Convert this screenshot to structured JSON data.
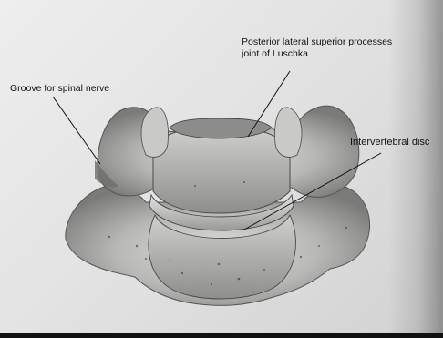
{
  "labels": {
    "groove": "Groove for spinal nerve",
    "posterior_line1": "Posterior lateral superior processes",
    "posterior_line2": "joint of Luschka",
    "intervertebral": "Intervertebral disc"
  },
  "colors": {
    "bone_light": "#d8d8d6",
    "bone_mid": "#a9a9a7",
    "bone_dark": "#6f6f6d",
    "page": "#e6e6e6",
    "ink": "#111111"
  }
}
